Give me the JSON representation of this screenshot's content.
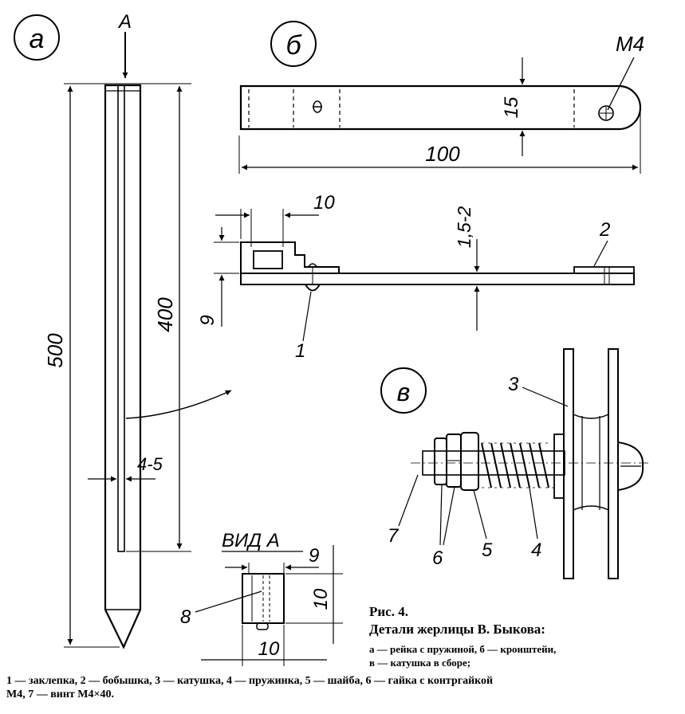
{
  "panels": {
    "a": "а",
    "b": "б",
    "v": "в"
  },
  "labels": {
    "view_arrow": "А",
    "view_title": "ВИД А",
    "thread": "М4"
  },
  "dimensions": {
    "rail_length": "500",
    "slot_length": "400",
    "slot_width": "4-5",
    "bracket_length": "100",
    "bracket_width": "15",
    "boss_offset": "10",
    "plate_thickness": "1,5-2",
    "boss_height": "9",
    "view_width_top": "9",
    "view_height": "10",
    "view_width_bottom": "10"
  },
  "part_numbers": {
    "p1": "1",
    "p2": "2",
    "p3": "3",
    "p4": "4",
    "p5": "5",
    "p6": "6",
    "p7": "7",
    "p8": "8"
  },
  "caption": {
    "title": "Рис. 4.",
    "subtitle": "Детали жерлицы В. Быкова:",
    "parts_line1": "а — рейка с пружиной, б — кроиштейи,",
    "parts_line2": "в — катушка в сборе;",
    "legend_line1": "1 — заклепка, 2 — бобышка, 3 — катушка, 4 — пружинка, 5 — шайба, 6 — гайка с контргайкой",
    "legend_line2": "М4, 7 — винт М4×40."
  }
}
